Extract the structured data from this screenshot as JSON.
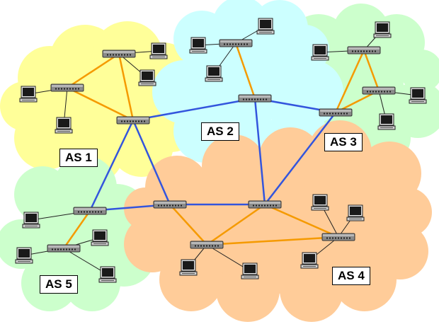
{
  "labels": {
    "as1": "AS 1",
    "as2": "AS 2",
    "as3": "AS 3",
    "as4": "AS 4",
    "as5": "AS 5"
  },
  "colors": {
    "as1_cloud": "#ffff99",
    "as2_cloud": "#ccffff",
    "as3_cloud": "#ccffcc",
    "as4_cloud": "#ffcc99",
    "as5_cloud": "#ccffcc",
    "intra_as_link": "#f59a00",
    "inter_as_link": "#3355dd",
    "host_link": "#222222"
  },
  "icons": {
    "router": "router-icon",
    "host": "computer-icon"
  }
}
